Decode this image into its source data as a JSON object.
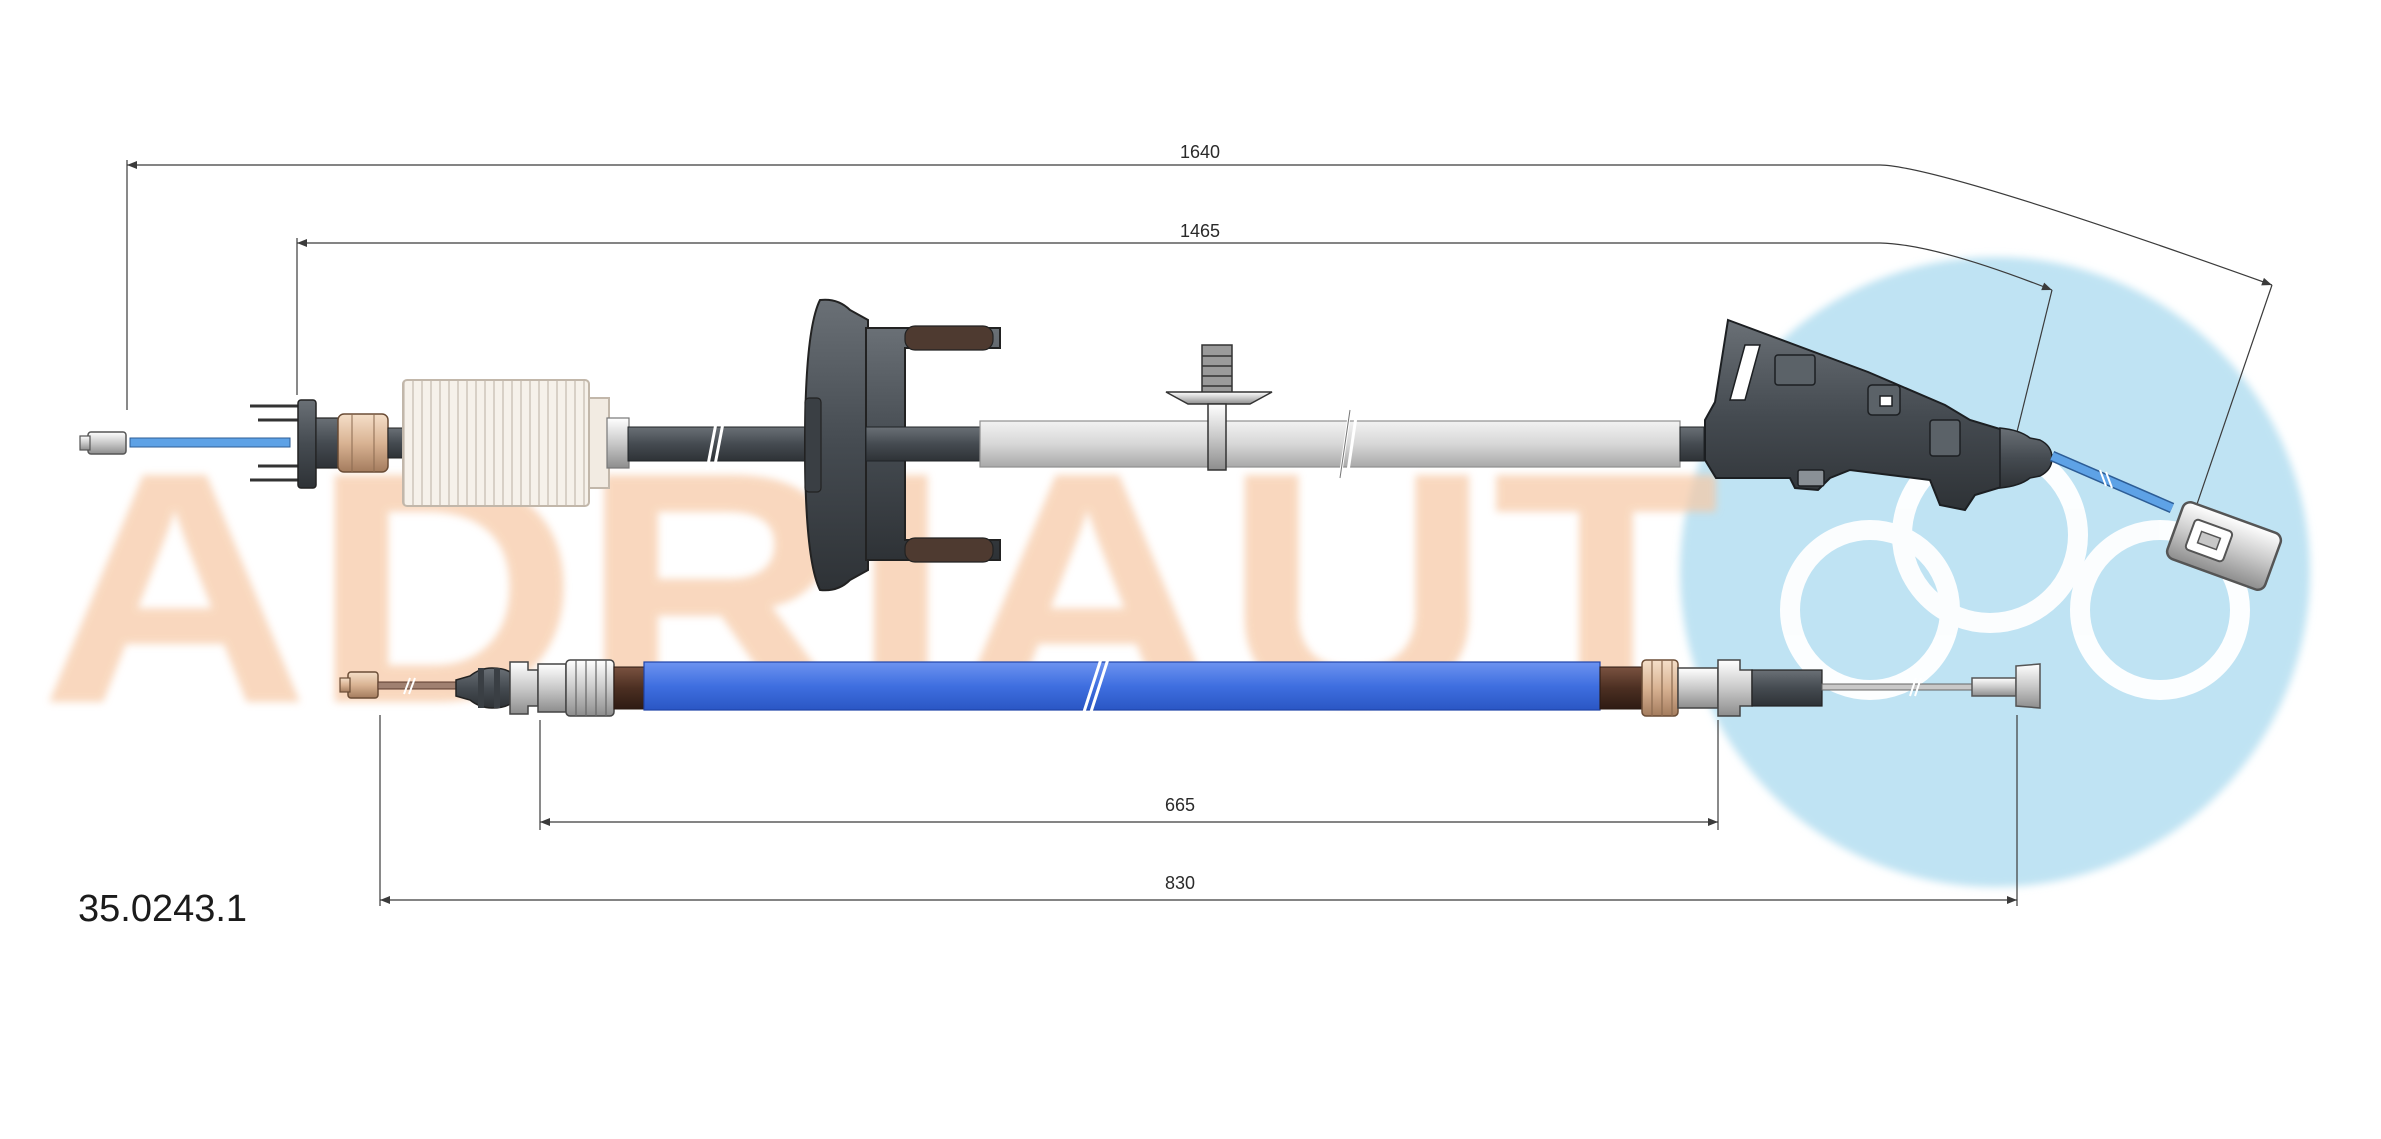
{
  "brand": {
    "watermark_text": "ADRIAUT",
    "watermark_color": "#f7c9a6",
    "logo_circle_color": "#bfe3f3",
    "logo": "adriaut-rings-logo"
  },
  "part_number": "35.0243.1",
  "dimensions": {
    "d1640": "1640",
    "d1465": "1465",
    "d665": "665",
    "d830": "830"
  },
  "colors": {
    "cable_blue": "#3f6fe0",
    "inner_wire_blue": "#5ea2e6",
    "sheath_brown": "#5a3a2c",
    "sheath_grey": "#dcdcdc",
    "housing_dark": "#4d5359",
    "dimension_line": "#3b3b3b"
  }
}
